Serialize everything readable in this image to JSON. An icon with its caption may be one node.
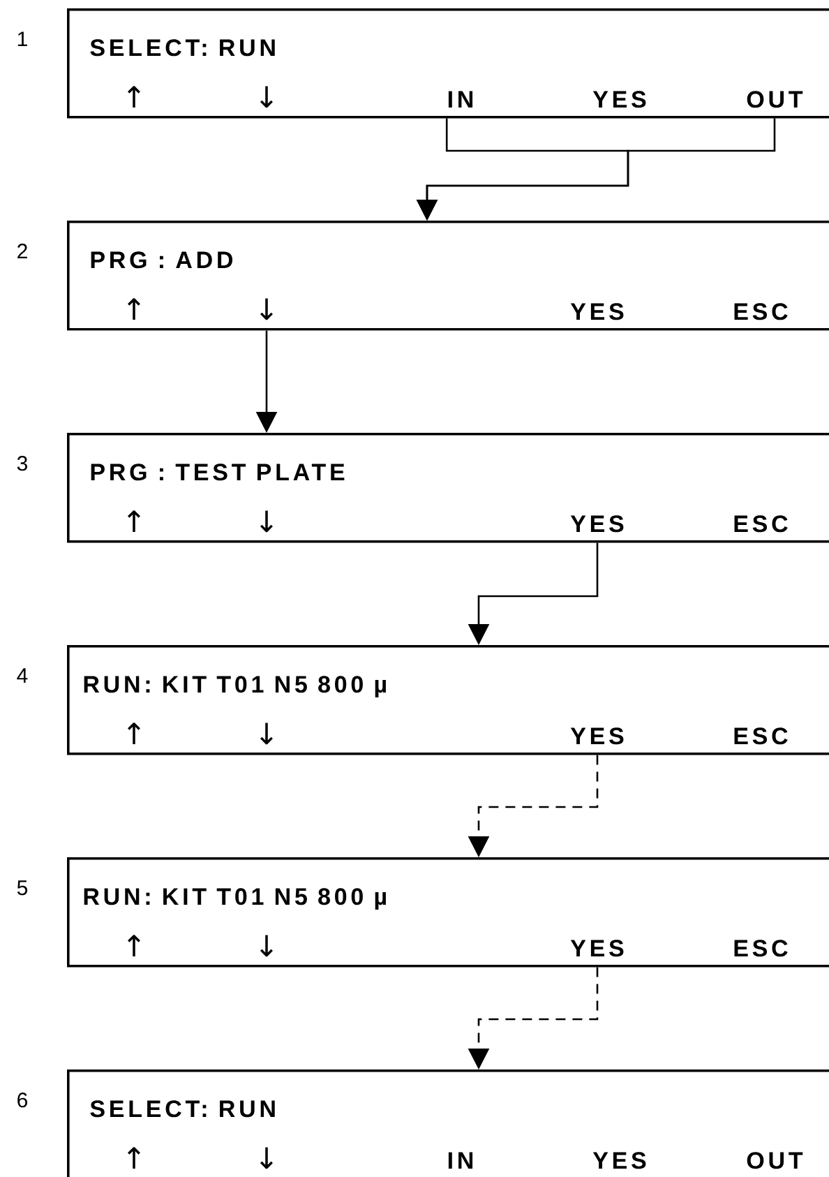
{
  "diagram": {
    "nodes": [
      {
        "text": [
          "SELECT: RUN",
          "↑",
          "↓",
          "YES"
        ],
        "beside": [
          "1"
        ]
      },
      {
        "text": [
          "IN"
        ],
        "in": 0
      },
      {
        "text": [
          "OUT"
        ],
        "in": 0
      },
      {
        "text": [
          "PRG : ADD",
          "↑",
          "YES",
          "ESC"
        ],
        "beside": [
          "2"
        ]
      },
      {
        "text": [
          "↓"
        ],
        "in": 3
      },
      {
        "text": [
          "PRG : TEST PLATE",
          "↑",
          "↓",
          "ESC"
        ],
        "beside": [
          "3"
        ]
      },
      {
        "text": [
          "YES"
        ],
        "in": 5
      },
      {
        "text": [
          "RUN: KIT T01 N5 800 µ",
          "↑",
          "↓",
          "ESC"
        ],
        "beside": [
          "4"
        ]
      },
      {
        "text": [
          "YES"
        ],
        "in": 7
      },
      {
        "text": [
          "RUN: KIT T01 N5 800 µ",
          "↑",
          "↓",
          "ESC"
        ],
        "beside": [
          "5"
        ]
      },
      {
        "text": [
          "YES"
        ],
        "in": 9
      },
      {
        "text": [
          "SELECT: RUN",
          "↑",
          "↓",
          "IN",
          "YES",
          "OUT"
        ],
        "beside": [
          "6"
        ]
      }
    ],
    "edges": [
      {
        "from": 1,
        "to": 3,
        "arrow": "to"
      },
      {
        "from": 2,
        "to": 3,
        "arrow": "to"
      },
      {
        "from": 4,
        "to": 5,
        "arrow": "to"
      },
      {
        "from": 6,
        "to": 7,
        "arrow": "to"
      },
      {
        "from": 8,
        "to": 9,
        "arrow": "to",
        "style": "dashed"
      },
      {
        "from": 10,
        "to": 11,
        "arrow": "to",
        "style": "dashed"
      }
    ]
  }
}
